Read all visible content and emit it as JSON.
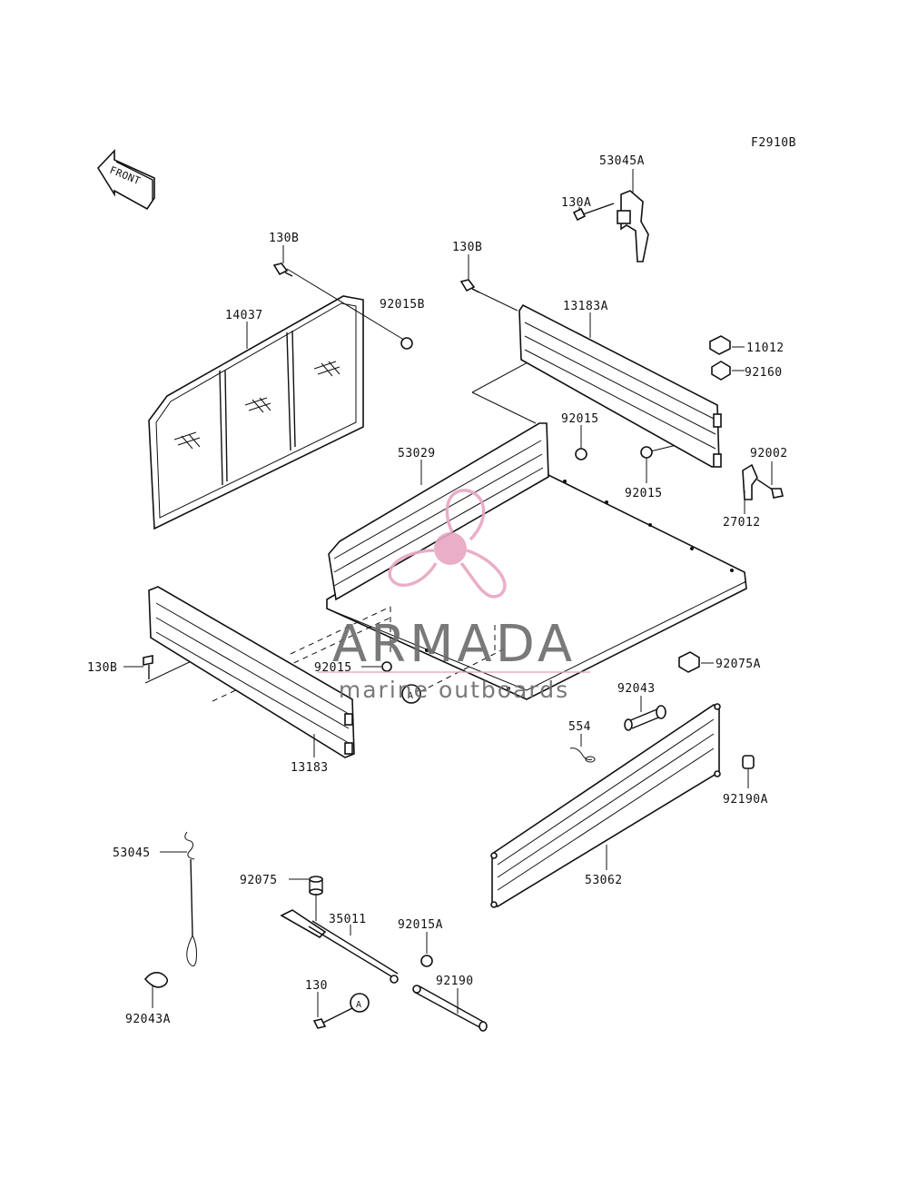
{
  "figure_code": "F2910B",
  "front_arrow_label": "FRONT",
  "callout_letter": "A",
  "watermark": {
    "brand": "ARMADA",
    "tagline": "marine outboards",
    "logo_color": "#e8a6c4",
    "text_color": "#6b6b6b"
  },
  "part_labels": {
    "p53045A": "53045A",
    "p130A": "130A",
    "p130B_left": "130B",
    "p130B_mid": "130B",
    "p92015B": "92015B",
    "p14037": "14037",
    "p13183A": "13183A",
    "p11012": "11012",
    "p92160": "92160",
    "p92015_top": "92015",
    "p53029": "53029",
    "p92002": "92002",
    "p92015_mid": "92015",
    "p27012": "27012",
    "p130B_side": "130B",
    "p92015_bot": "92015",
    "p92075A": "92075A",
    "p92043": "92043",
    "p554": "554",
    "p13183": "13183",
    "p92190A": "92190A",
    "p53045": "53045",
    "p92075": "92075",
    "p53062": "53062",
    "p35011": "35011",
    "p92015A": "92015A",
    "p130": "130",
    "p92190": "92190",
    "p92043A": "92043A"
  }
}
